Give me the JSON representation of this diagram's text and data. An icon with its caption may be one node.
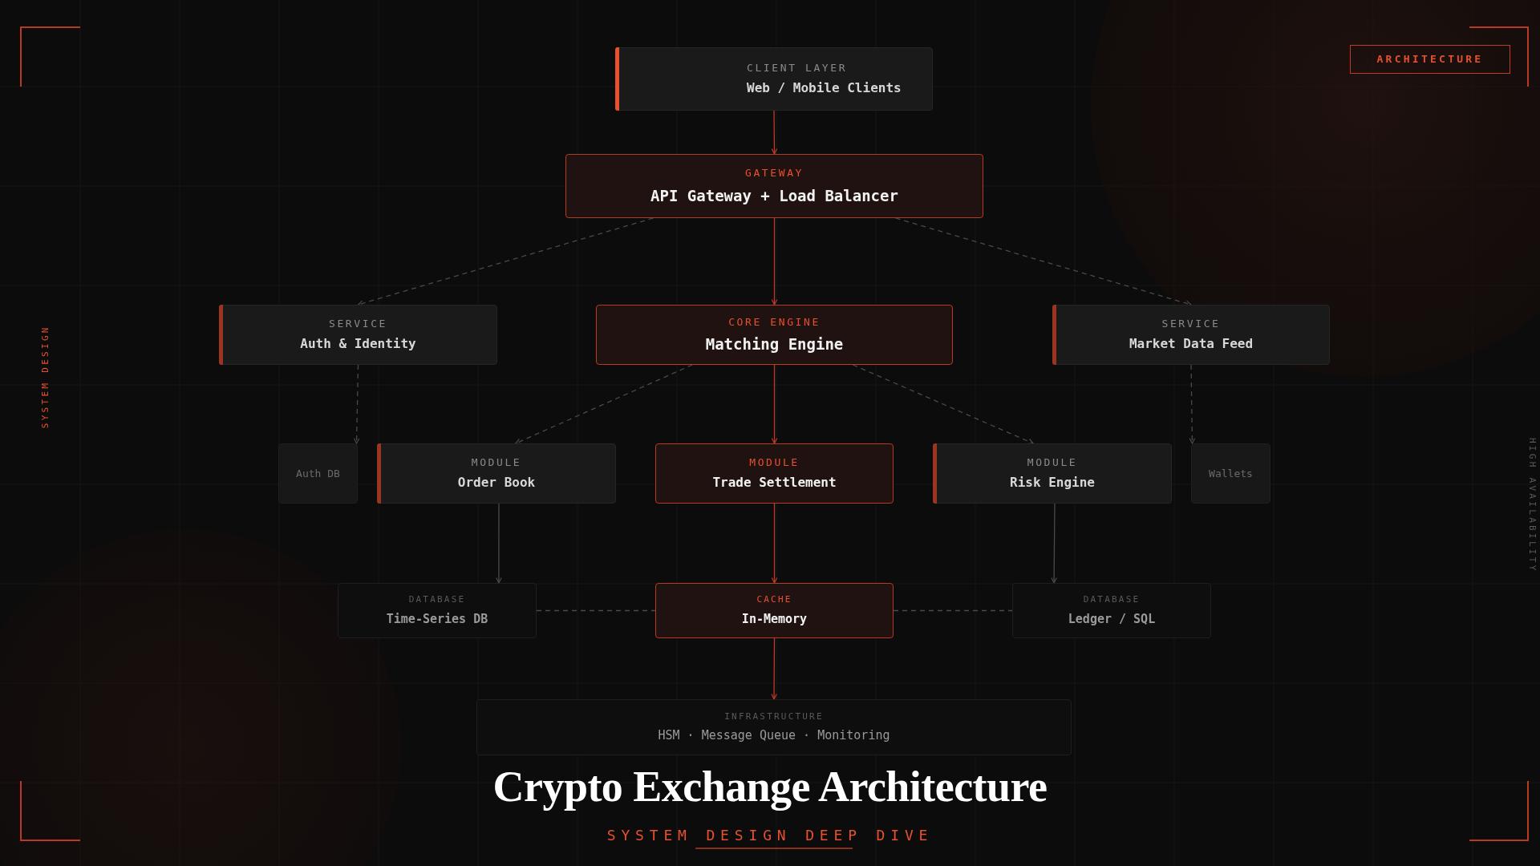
{
  "diagram": {
    "title": "Crypto Exchange Architecture",
    "nodes": [
      {
        "text": [
          "CLIENT LAYER",
          "Web / Mobile Clients"
        ]
      },
      {
        "text": [
          "GATEWAY",
          "API Gateway + Load Balancer"
        ]
      },
      {
        "text": [
          "SERVICE",
          "Auth & Identity"
        ]
      },
      {
        "text": [
          "CORE ENGINE",
          "Matching Engine"
        ]
      },
      {
        "text": [
          "SERVICE",
          "Market Data Feed"
        ]
      },
      {
        "text": [
          "Auth DB"
        ]
      },
      {
        "text": [
          "MODULE",
          "Order Book"
        ]
      },
      {
        "text": [
          "MODULE",
          "Trade Settlement"
        ]
      },
      {
        "text": [
          "MODULE",
          "Risk Engine"
        ]
      },
      {
        "text": [
          "Wallets"
        ]
      },
      {
        "text": [
          "DATABASE",
          "Time-Series DB"
        ]
      },
      {
        "text": [
          "CACHE",
          "In-Memory"
        ]
      },
      {
        "text": [
          "DATABASE",
          "Ledger / SQL"
        ]
      },
      {
        "text": [
          "INFRASTRUCTURE",
          "HSM · Message Queue · Monitoring"
        ]
      }
    ],
    "edges": [
      {
        "from": 0,
        "to": 1,
        "arrow": "to",
        "color": "#c0392b"
      },
      {
        "from": 1,
        "to": 2,
        "arrow": "to",
        "style": "dashed"
      },
      {
        "from": 1,
        "to": 3,
        "arrow": "to",
        "color": "#c0392b"
      },
      {
        "from": 1,
        "to": 4,
        "arrow": "to",
        "style": "dashed"
      },
      {
        "from": 2,
        "to": 5,
        "arrow": "to",
        "style": "dashed"
      },
      {
        "from": 3,
        "to": 6,
        "arrow": "to",
        "style": "dashed"
      },
      {
        "from": 3,
        "to": 7,
        "arrow": "to",
        "color": "#c0392b"
      },
      {
        "from": 3,
        "to": 8,
        "arrow": "to",
        "style": "dashed"
      },
      {
        "from": 4,
        "to": 9,
        "arrow": "to",
        "style": "dashed"
      },
      {
        "from": 6,
        "to": 10,
        "arrow": "to"
      },
      {
        "from": 7,
        "to": 11,
        "arrow": "to",
        "color": "#c0392b"
      },
      {
        "from": 8,
        "to": 12,
        "arrow": "to"
      },
      {
        "from": 10,
        "to": 11,
        "arrow": "none",
        "style": "dashed"
      },
      {
        "from": 11,
        "to": 12,
        "arrow": "none",
        "style": "dashed"
      },
      {
        "from": 11,
        "to": 13,
        "arrow": "to",
        "color": "#c0392b"
      }
    ],
    "labels": [
      "ARCHITECTURE",
      "SYSTEM DESIGN",
      "HIGH AVAILABILITY",
      "SYSTEM DESIGN DEEP DIVE"
    ]
  }
}
